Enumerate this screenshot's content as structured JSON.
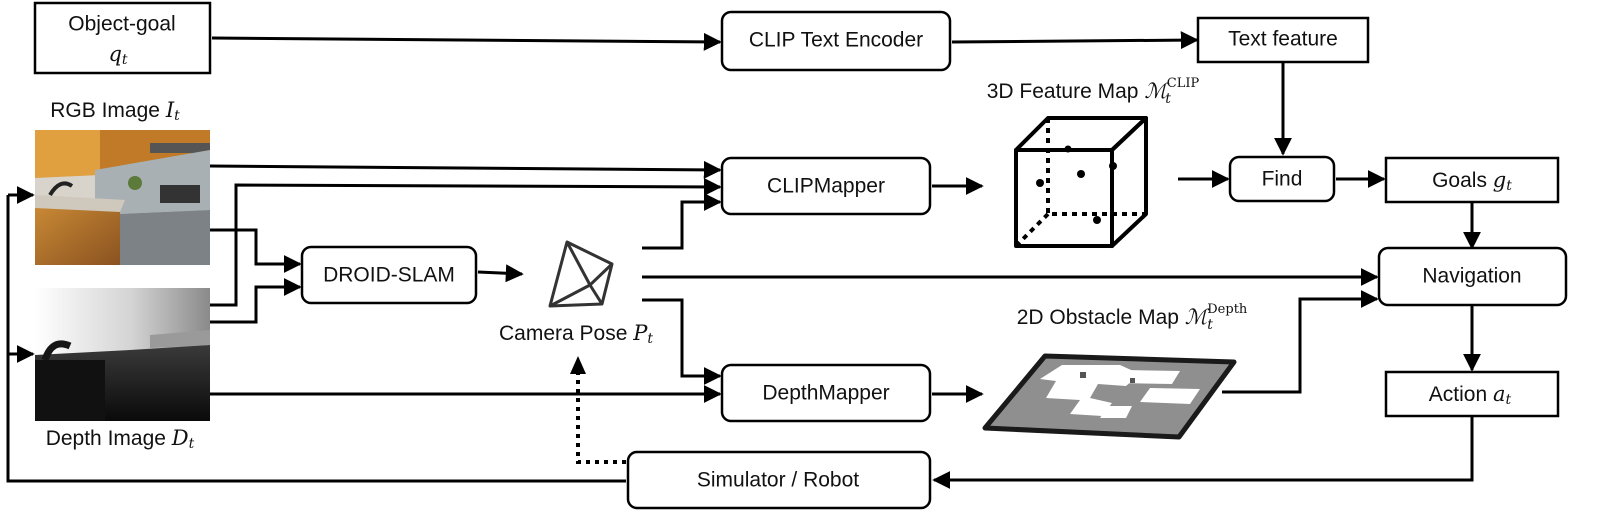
{
  "nodes": {
    "object_goal": {
      "label": "Object-goal",
      "math": "q",
      "math_sub": "t"
    },
    "clip_text_encoder": {
      "label": "CLIP Text Encoder"
    },
    "text_feature": {
      "label": "Text feature"
    },
    "clip_mapper": {
      "label": "CLIPMapper"
    },
    "find": {
      "label": "Find"
    },
    "goals": {
      "label": "Goals",
      "math": "g",
      "math_sub": "t"
    },
    "droid_slam": {
      "label": "DROID-SLAM"
    },
    "navigation": {
      "label": "Navigation"
    },
    "depth_mapper": {
      "label": "DepthMapper"
    },
    "action": {
      "label": "Action",
      "math": "a",
      "math_sub": "t"
    },
    "simulator_robot": {
      "label": "Simulator / Robot"
    }
  },
  "captions": {
    "rgb_image": {
      "label": "RGB Image",
      "math": "I",
      "math_sub": "t"
    },
    "depth_image": {
      "label": "Depth Image",
      "math": "D",
      "math_sub": "t"
    },
    "camera_pose": {
      "label": "Camera Pose",
      "math": "P",
      "math_sub": "t"
    },
    "feature_map_3d": {
      "label": "3D Feature Map",
      "math": "ℳ",
      "math_sub": "t",
      "math_sup": "CLIP"
    },
    "obstacle_map_2d": {
      "label": "2D Obstacle Map",
      "math": "ℳ",
      "math_sub": "t",
      "math_sup": "Depth"
    }
  },
  "edges": [
    {
      "from": "object_goal",
      "to": "clip_text_encoder"
    },
    {
      "from": "clip_text_encoder",
      "to": "text_feature"
    },
    {
      "from": "text_feature",
      "to": "find"
    },
    {
      "from": "rgb_image",
      "to": "clip_mapper"
    },
    {
      "from": "depth_image",
      "to": "clip_mapper"
    },
    {
      "from": "rgb_image",
      "to": "droid_slam"
    },
    {
      "from": "depth_image",
      "to": "droid_slam"
    },
    {
      "from": "droid_slam",
      "to": "camera_pose"
    },
    {
      "from": "camera_pose",
      "to": "clip_mapper"
    },
    {
      "from": "camera_pose",
      "to": "navigation"
    },
    {
      "from": "camera_pose",
      "to": "depth_mapper"
    },
    {
      "from": "depth_image",
      "to": "depth_mapper"
    },
    {
      "from": "clip_mapper",
      "to": "feature_map_3d"
    },
    {
      "from": "feature_map_3d",
      "to": "find"
    },
    {
      "from": "find",
      "to": "goals"
    },
    {
      "from": "goals",
      "to": "navigation"
    },
    {
      "from": "depth_mapper",
      "to": "obstacle_map_2d"
    },
    {
      "from": "obstacle_map_2d",
      "to": "navigation"
    },
    {
      "from": "navigation",
      "to": "action"
    },
    {
      "from": "action",
      "to": "simulator_robot"
    },
    {
      "from": "simulator_robot",
      "to": "rgb_image"
    },
    {
      "from": "simulator_robot",
      "to": "depth_image"
    },
    {
      "from": "simulator_robot",
      "to": "camera_pose",
      "style": "dotted"
    }
  ]
}
